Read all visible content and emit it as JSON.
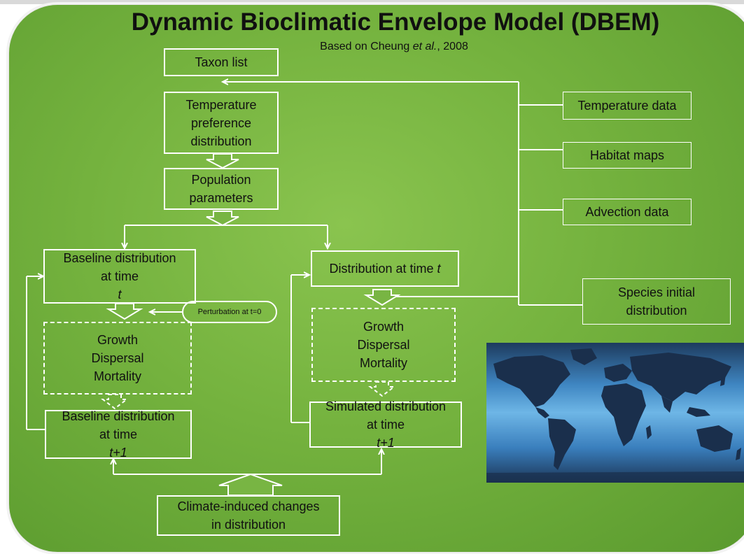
{
  "title": "Dynamic Bioclimatic Envelope Model (DBEM)",
  "subtitle": {
    "prefix": "Based on Cheung ",
    "etal": "et al.",
    "suffix": ", 2008"
  },
  "boxes": {
    "taxon_list": "Taxon list",
    "temperature_preference": [
      "Temperature",
      "preference",
      "distribution"
    ],
    "population_parameters": [
      "Population",
      "parameters"
    ],
    "baseline_t": {
      "line1": "Baseline distribution",
      "line2_prefix": "at time ",
      "line2_var": "t"
    },
    "perturbation": "Perturbation at t=0",
    "growth_left": [
      "Growth",
      "Dispersal",
      "Mortality"
    ],
    "baseline_t1": {
      "line1": "Baseline distribution",
      "line2_prefix": "at time ",
      "line2_var": "t+1"
    },
    "distribution_t": {
      "line1_prefix": "Distribution at time ",
      "line1_var": "t"
    },
    "growth_right": [
      "Growth",
      "Dispersal",
      "Mortality"
    ],
    "simulated_t1": {
      "line1": "Simulated distribution",
      "line2_prefix": "at time ",
      "line2_var": "t+1"
    },
    "climate_changes": [
      "Climate-induced changes",
      "in distribution"
    ],
    "temperature_data": "Temperature data",
    "habitat_maps": "Habitat maps",
    "advection_data": "Advection data",
    "species_initial": [
      "Species initial",
      "distribution"
    ]
  },
  "colors": {
    "panel_green": "#74b23e",
    "line_white": "#ffffff",
    "ocean_light": "#6eb6e6",
    "land_dark": "#1a2f4c"
  },
  "map": {
    "icon": "world-map-icon"
  }
}
